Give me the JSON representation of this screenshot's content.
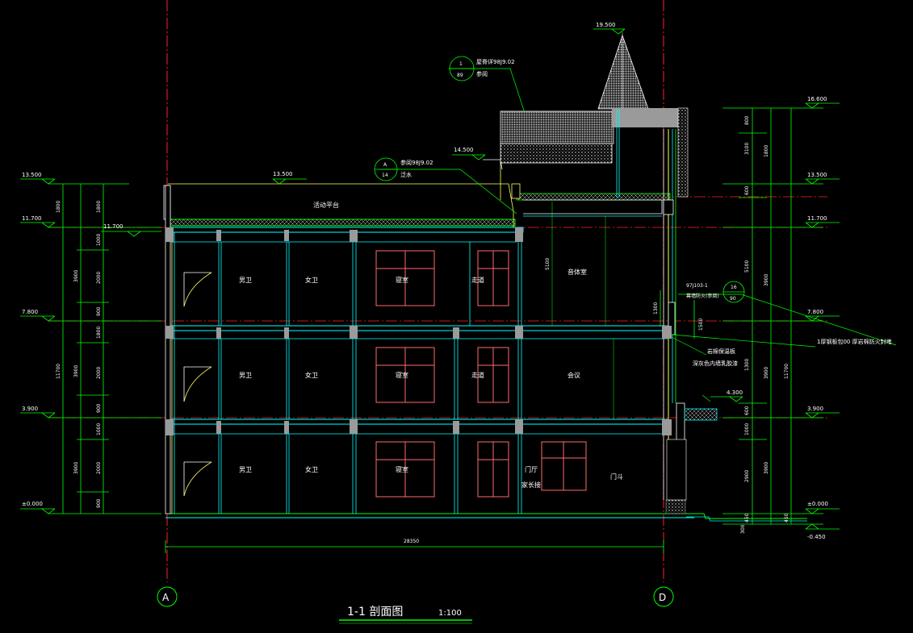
{
  "drawing": {
    "title": "1-1  剖面图",
    "scale": "1:100",
    "total_length": "28350"
  },
  "axes": {
    "left": "A",
    "right": "D"
  },
  "elevations": {
    "left": [
      "13.500",
      "11.700",
      "7.800",
      "3.900",
      "±0.000"
    ],
    "left_roof": "11.700",
    "mid_top": "13.500",
    "mid_parapet": "14.500",
    "tower_top": "19.500",
    "right": [
      "16.600",
      "13.500",
      "11.700",
      "7.800",
      "3.900",
      "±0.000",
      "-0.450"
    ],
    "canopy": "4.300"
  },
  "dims": {
    "left_total": [
      "11700"
    ],
    "left_floor": [
      "3900",
      "3900",
      "3900"
    ],
    "left_segments": [
      "1800",
      "1000",
      "2000",
      "900",
      "1800",
      "2000",
      "900",
      "1000",
      "2000",
      "900"
    ],
    "left_top": [
      "1800"
    ],
    "right_total": [
      "11700"
    ],
    "right_floor": [
      "3900",
      "3900",
      "3900"
    ],
    "right_top": [
      "1800"
    ],
    "right_segments": [
      "800",
      "3100",
      "600",
      "5100",
      "1300",
      "600",
      "1000",
      "2900",
      "450"
    ],
    "right_bottom": [
      "450"
    ],
    "wall_dims": [
      "5100",
      "1300",
      "1500"
    ],
    "base": "300"
  },
  "rooms": {
    "floor3": [
      "男卫",
      "女卫",
      "寝室",
      "走道",
      "音体室"
    ],
    "floor2": [
      "男卫",
      "女卫",
      "寝室",
      "走道",
      "会议"
    ],
    "floor1": [
      "男卫",
      "女卫",
      "寝室",
      "门厅",
      "家长接",
      "门斗"
    ],
    "roof": "活动平台"
  },
  "callouts": {
    "c1": {
      "num": "1",
      "sheet": "89",
      "line1": "屋脊详98J9.02",
      "line2": "参阅"
    },
    "c2": {
      "num": "A",
      "sheet": "14",
      "line1": "参阅98J9.02",
      "line2": "泛水"
    },
    "c3": {
      "num": "16",
      "sheet": "90",
      "line1": "97J103-1",
      "line2": "幕墙防火(参阅)"
    },
    "note1": "1厚钢板包00  厚岩棉防火封堵",
    "note2": "岩棉保温板",
    "note3": "深灰色内墙乳胶漆"
  },
  "colors": {
    "wall": "#00ffff",
    "slab": "#00ff00",
    "grid_red": "#ff2020",
    "window": "#ff6a6a",
    "column": "#9a9a9a",
    "dim": "#00ff00",
    "glass": "#ffff60"
  }
}
